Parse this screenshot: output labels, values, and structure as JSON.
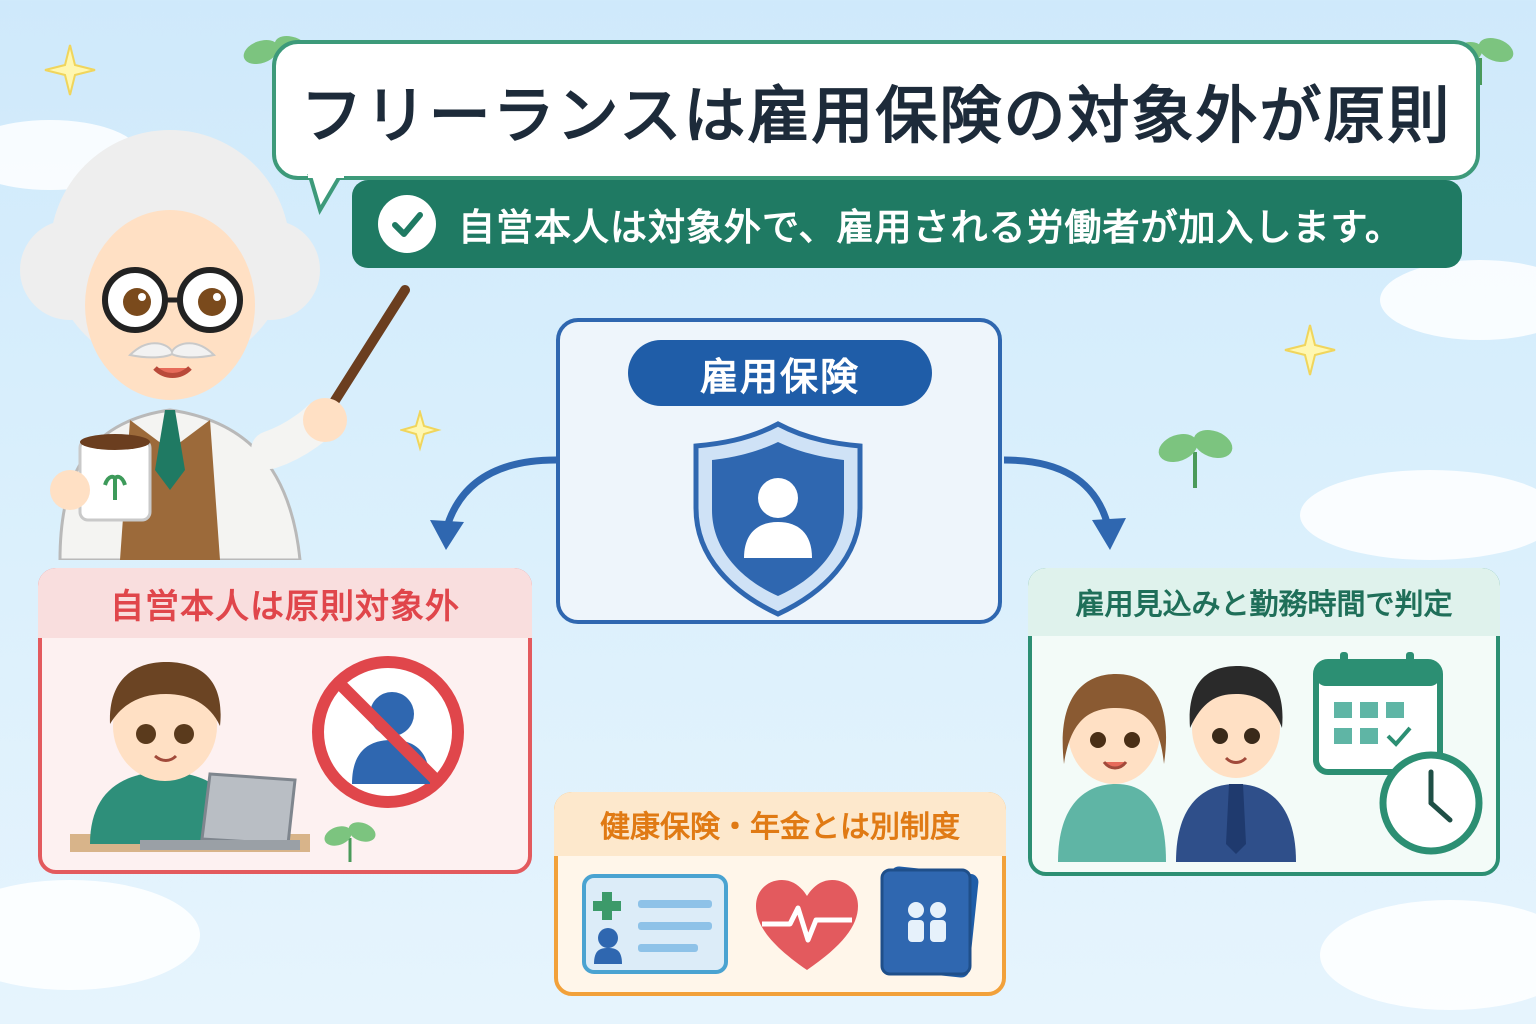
{
  "title": "フリーランスは雇用保険の対象外が原則",
  "subtitle": "自営本人は対象外で、雇用される労働者が加入します。",
  "center": {
    "label": "雇用保険",
    "icon": "shield-person-icon"
  },
  "left_card": {
    "heading": "自営本人は原則対象外",
    "icons": [
      "freelancer-laptop-icon",
      "prohibited-person-icon"
    ]
  },
  "right_card": {
    "heading": "雇用見込みと勤務時間で判定",
    "icons": [
      "employees-icon",
      "calendar-icon",
      "clock-icon"
    ]
  },
  "bottom_card": {
    "heading": "健康保険・年金とは別制度",
    "icons": [
      "health-card-icon",
      "heart-pulse-icon",
      "pension-book-icon"
    ]
  },
  "colors": {
    "accent_green": "#1f7a63",
    "accent_blue": "#1f5da8",
    "accent_red": "#e35a5e",
    "accent_orange": "#f2a13a"
  }
}
